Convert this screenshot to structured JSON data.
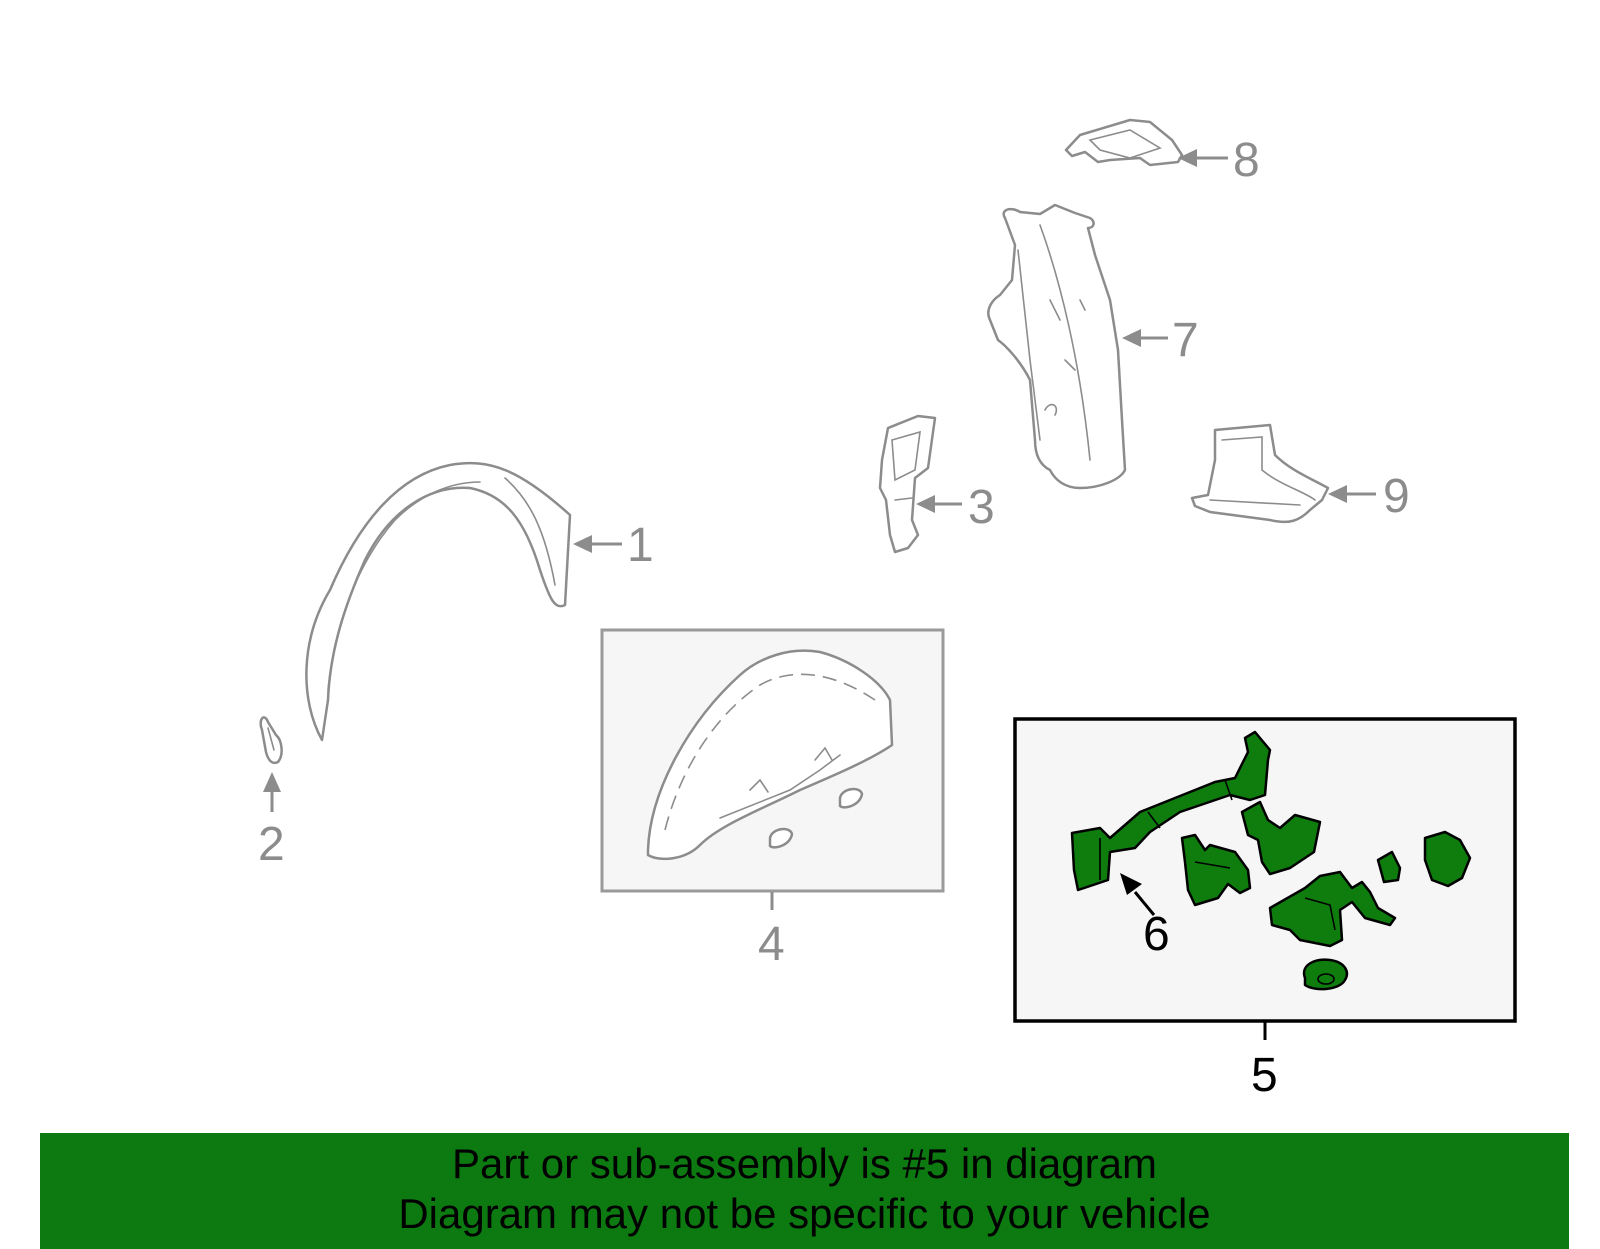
{
  "callouts": {
    "c1": "1",
    "c2": "2",
    "c3": "3",
    "c4": "4",
    "c5": "5",
    "c6": "6",
    "c7": "7",
    "c8": "8",
    "c9": "9"
  },
  "highlight": {
    "part_number": "5",
    "highlight_color": "#0e7d0e",
    "banner_color": "#0d7a11"
  },
  "banner": {
    "line1": "Part or sub-assembly is #5 in diagram",
    "line2": "Diagram may not be specific to your vehicle"
  }
}
